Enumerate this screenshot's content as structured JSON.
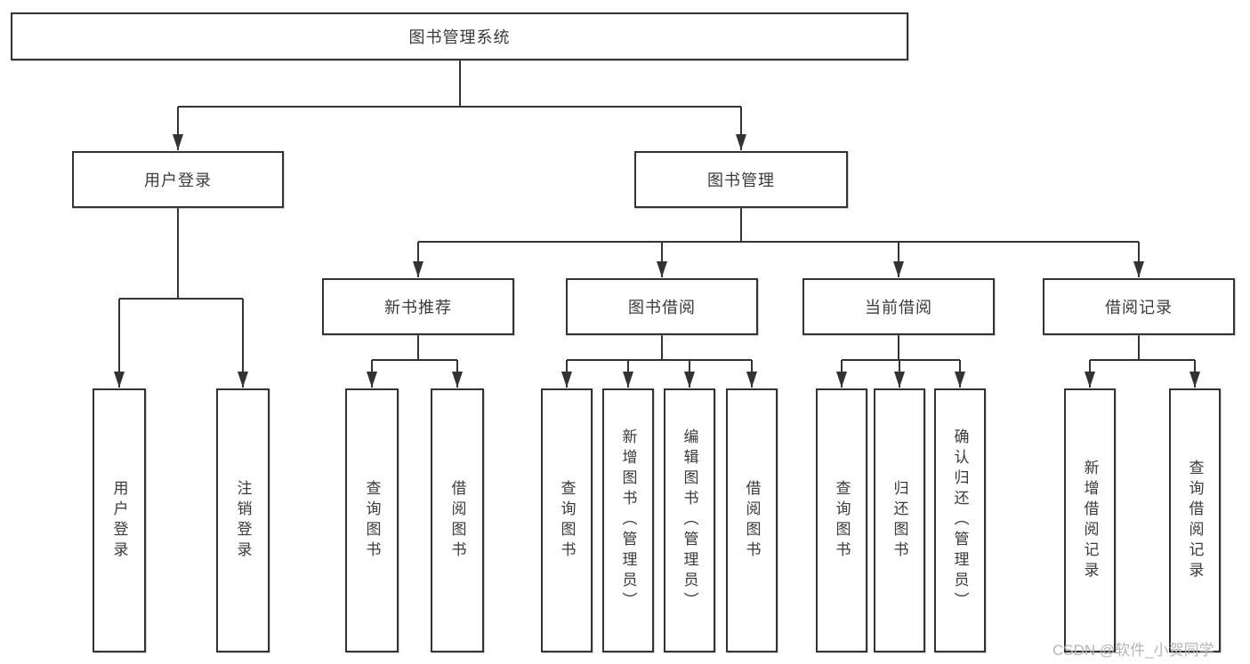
{
  "diagram": {
    "type": "hierarchy",
    "root": {
      "label": "图书管理系统"
    },
    "branches": [
      {
        "label": "用户登录",
        "children": [
          {
            "label": "用户登录"
          },
          {
            "label": "注销登录"
          }
        ]
      },
      {
        "label": "图书管理",
        "children": [
          {
            "label": "新书推荐",
            "children": [
              {
                "label": "查询图书"
              },
              {
                "label": "借阅图书"
              }
            ]
          },
          {
            "label": "图书借阅",
            "children": [
              {
                "label": "查询图书"
              },
              {
                "label": "新增图书（管理员）"
              },
              {
                "label": "编辑图书（管理员）"
              },
              {
                "label": "借阅图书"
              }
            ]
          },
          {
            "label": "当前借阅",
            "children": [
              {
                "label": "查询图书"
              },
              {
                "label": "归还图书"
              },
              {
                "label": "确认归还（管理员）"
              }
            ]
          },
          {
            "label": "借阅记录",
            "children": [
              {
                "label": "新增借阅记录"
              },
              {
                "label": "查询借阅记录"
              }
            ]
          }
        ]
      }
    ]
  },
  "watermark": {
    "text": "CSDN @软件_小贺同学"
  },
  "colors": {
    "line": "#333333",
    "box_border": "#333333",
    "text": "#3a3a3a",
    "background": "#ffffff",
    "watermark": "#b5b5b5"
  }
}
